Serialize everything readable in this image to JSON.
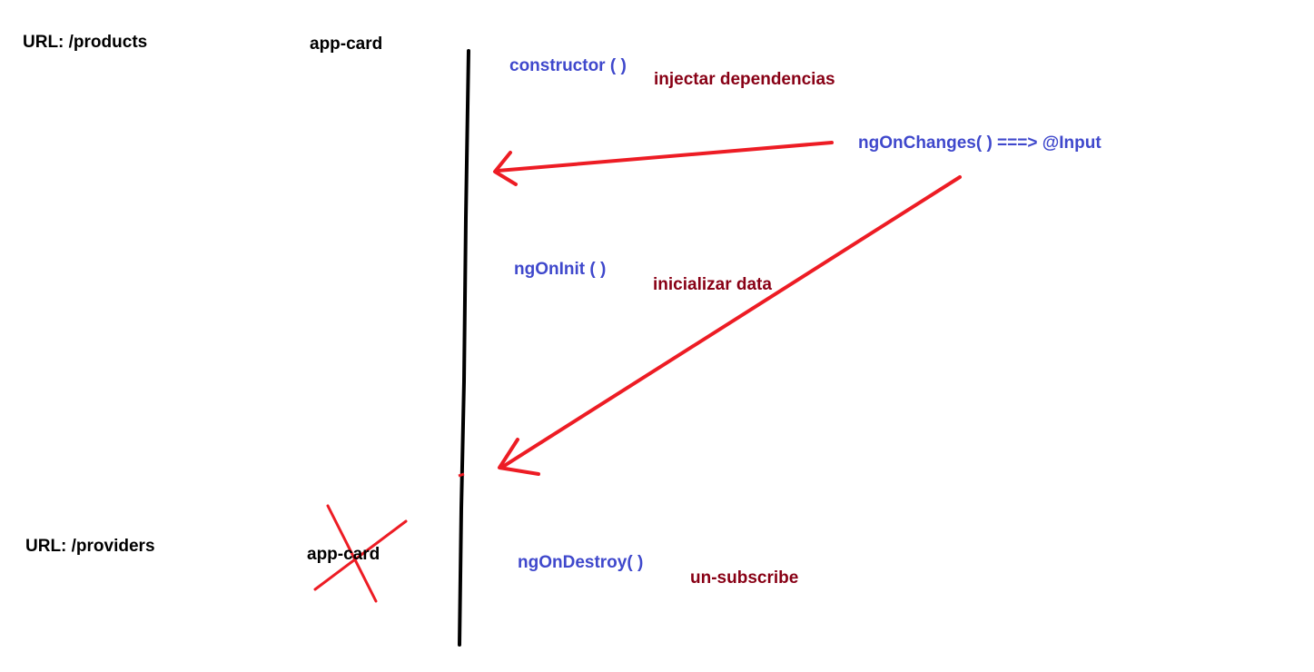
{
  "routes": {
    "products": "URL: /products",
    "providers": "URL: /providers"
  },
  "component": {
    "top_label": "app-card",
    "bottom_label": "app-card"
  },
  "lifecycle": {
    "constructor": {
      "hook": "constructor  ( )",
      "note": "injectar dependencias"
    },
    "ngOnChanges": {
      "hook": "ngOnChanges( )  ===>  @Input"
    },
    "ngOnInit": {
      "hook": "ngOnInit ( )",
      "note": "inicializar data"
    },
    "ngOnDestroy": {
      "hook": "ngOnDestroy( )",
      "note": "un-subscribe"
    }
  },
  "colors": {
    "hook_text": "#3f48cc",
    "note_text": "#880015",
    "arrow": "#ed1c24",
    "timeline": "#000000"
  }
}
